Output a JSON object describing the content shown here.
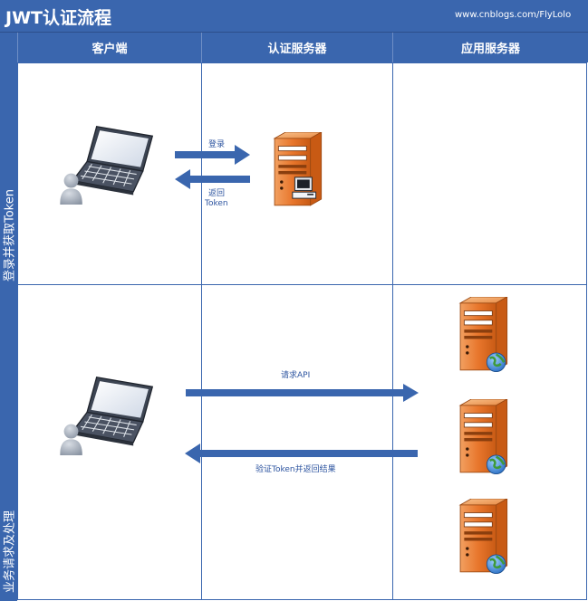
{
  "header": {
    "title": "JWT认证流程",
    "subtitle": "www.cnblogs.com/FlyLolo"
  },
  "columns": [
    {
      "label": "客户端"
    },
    {
      "label": "认证服务器"
    },
    {
      "label": "应用服务器"
    }
  ],
  "rows": [
    {
      "label": "登录并获取Token"
    },
    {
      "label": "业务请求及处理"
    }
  ],
  "arrows": {
    "login": "登录",
    "return_token_line1": "返回",
    "return_token_line2": "Token",
    "request_api": "请求API",
    "verify_and_return": "验证Token并返回结果"
  },
  "colors": {
    "header_bg": "#3a66ae",
    "arrow": "#3a66ae",
    "server_orange": "#e8762c",
    "label_text": "#2e55a0"
  },
  "icons": {
    "client": "laptop-user-icon",
    "auth_server": "server-computer-icon",
    "app_server": "server-globe-icon"
  }
}
